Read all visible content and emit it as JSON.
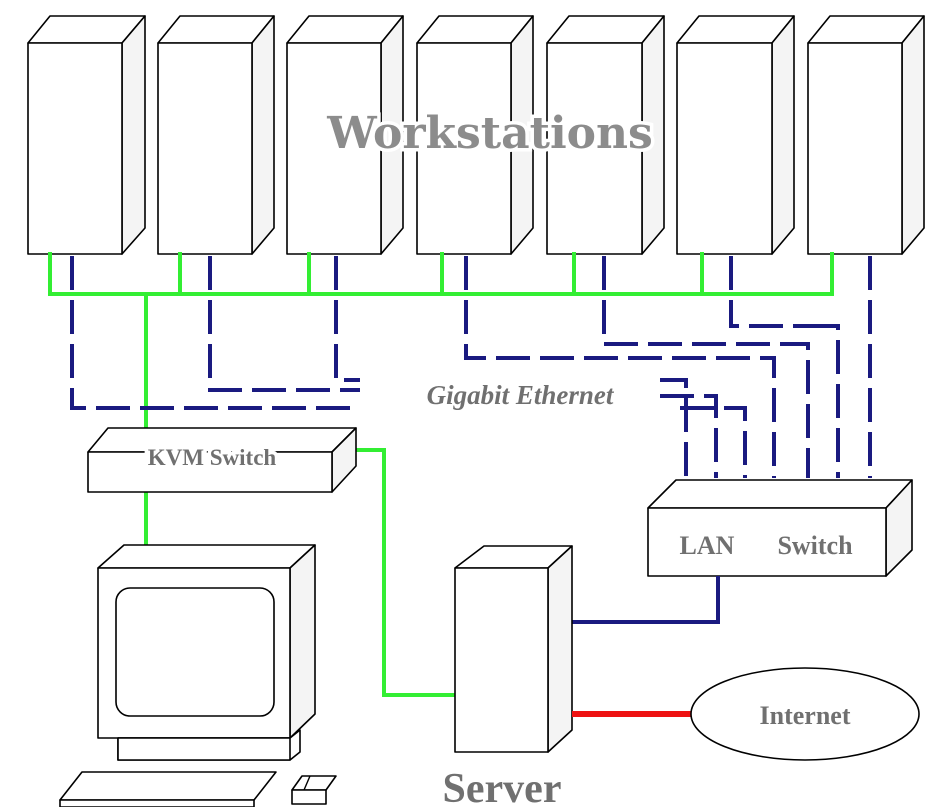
{
  "title": "Workstations",
  "network_label": "Gigabit Ethernet",
  "kvm_label": "KVM Switch",
  "lan_label_1": "LAN",
  "lan_label_2": "Switch",
  "internet_label": "Internet",
  "server_label": "Server",
  "colors": {
    "kvm_link": "#33ee33",
    "ethernet_link": "#1a1a80",
    "internet_link": "#ee1111",
    "label_gray": "#707070",
    "title_gray": "#8c8c8c"
  }
}
